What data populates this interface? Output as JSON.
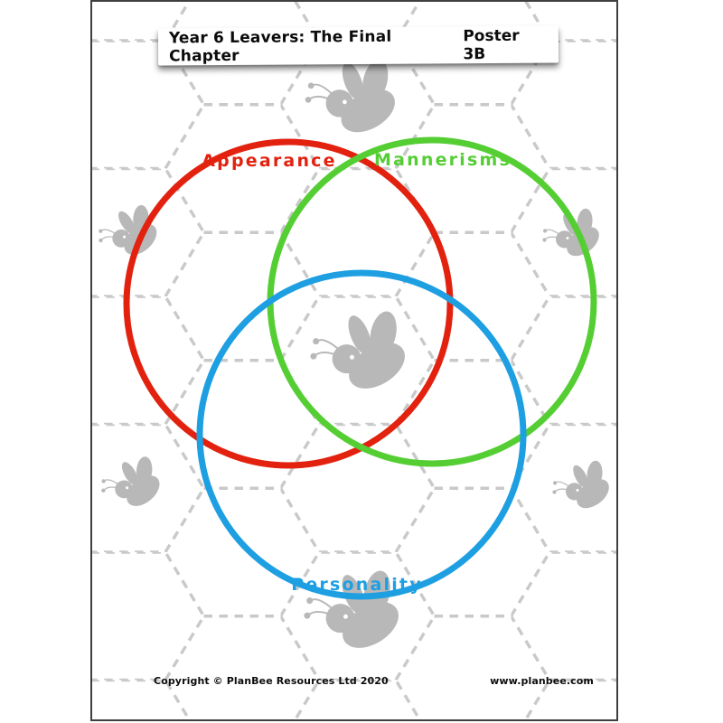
{
  "header": {
    "title": "Year 6 Leavers: The Final Chapter",
    "poster_label": "Poster 3B"
  },
  "venn": {
    "circles": [
      {
        "label": "Appearance",
        "color": "#e2220f"
      },
      {
        "label": "Mannerisms",
        "color": "#55ce34"
      },
      {
        "label": "Personality",
        "color": "#1d9fe2"
      }
    ]
  },
  "footer": {
    "copyright": "Copyright © PlanBee Resources Ltd 2020",
    "website": "www.planbee.com"
  },
  "decor": {
    "hex_line_color": "#c9c9c9",
    "bee_color": "#b8b8b8",
    "page_border_color": "#3f3f3f"
  }
}
